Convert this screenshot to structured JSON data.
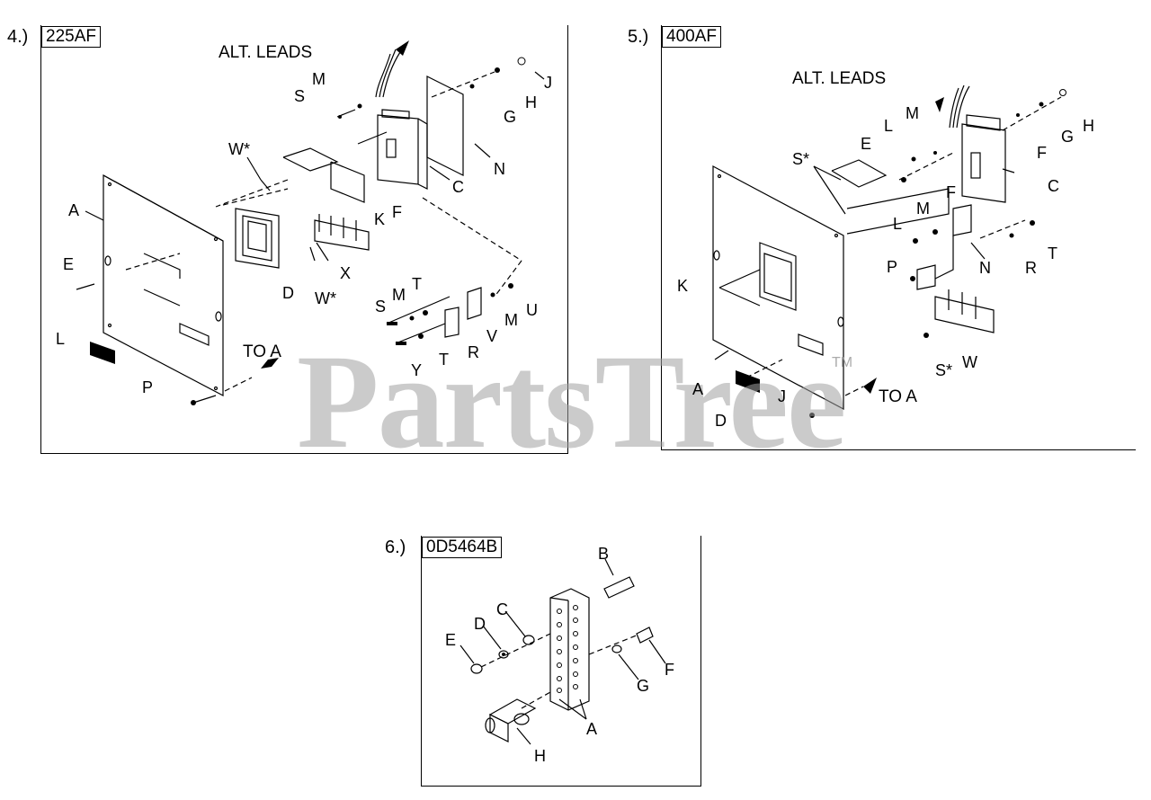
{
  "watermark": {
    "text": "PartsTree",
    "mark": "TM"
  },
  "panel4": {
    "number": "4.)",
    "tag": "225AF",
    "alt_leads": "ALT. LEADS",
    "to_a": "TO A",
    "labels": {
      "A": "A",
      "C": "C",
      "D": "D",
      "E": "E",
      "F": "F",
      "G": "G",
      "H": "H",
      "J": "J",
      "K": "K",
      "L": "L",
      "M1": "M",
      "M2": "M",
      "M3": "M",
      "N": "N",
      "P": "P",
      "R": "R",
      "S1": "S",
      "S2": "S",
      "T1": "T",
      "T2": "T",
      "U": "U",
      "V": "V",
      "W1": "W*",
      "W2": "W*",
      "X": "X",
      "Y": "Y"
    }
  },
  "panel5": {
    "number": "5.)",
    "tag": "400AF",
    "alt_leads": "ALT. LEADS",
    "to_a": "TO A",
    "labels": {
      "A": "A",
      "C": "C",
      "D": "D",
      "E": "E",
      "F1": "F",
      "F2": "F",
      "G": "G",
      "H": "H",
      "J": "J",
      "K": "K",
      "L1": "L",
      "L2": "L",
      "M1": "M",
      "M2": "M",
      "N": "N",
      "P": "P",
      "R": "R",
      "S1": "S*",
      "S2": "S*",
      "T": "T",
      "W": "W"
    }
  },
  "panel6": {
    "number": "6.)",
    "tag": "0D5464B",
    "labels": {
      "A": "A",
      "B": "B",
      "C": "C",
      "D": "D",
      "E": "E",
      "F": "F",
      "G": "G",
      "H": "H"
    }
  }
}
